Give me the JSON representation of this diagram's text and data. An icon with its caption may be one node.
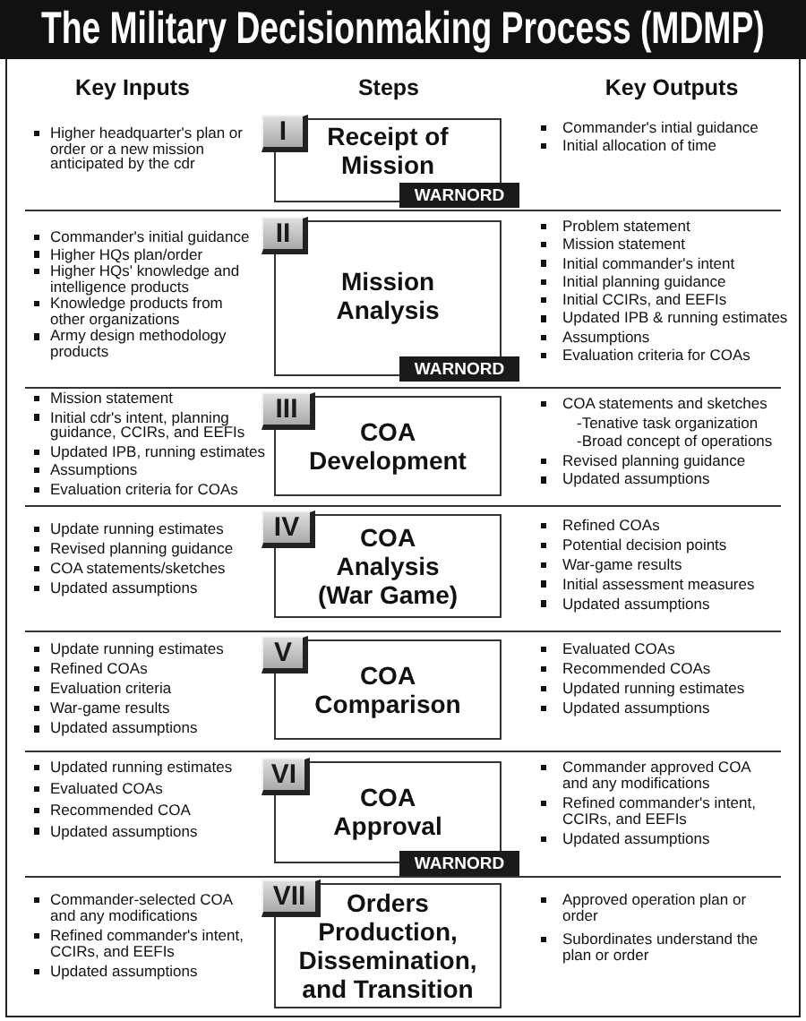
{
  "diagram": {
    "title": "The Military Decisionmaking Process (MDMP)",
    "nodes": [
      {
        "text": [
          "I"
        ]
      },
      {
        "text": [
          "Receipt of Mission"
        ]
      },
      {
        "text": [
          "WARNORD"
        ]
      },
      {
        "text": [
          "II"
        ]
      },
      {
        "text": [
          "Mission Analysis"
        ]
      },
      {
        "text": [
          "WARNORD"
        ]
      },
      {
        "text": [
          "III"
        ]
      },
      {
        "text": [
          "COA Development"
        ]
      },
      {
        "text": [
          "IV"
        ]
      },
      {
        "text": [
          "COA Analysis (War Game)"
        ]
      },
      {
        "text": [
          "V"
        ]
      },
      {
        "text": [
          "COA Comparison"
        ]
      },
      {
        "text": [
          "VI"
        ]
      },
      {
        "text": [
          "COA Approval"
        ]
      },
      {
        "text": [
          "WARNORD"
        ]
      },
      {
        "text": [
          "VII"
        ]
      },
      {
        "text": [
          "Orders Production, Dissemination, and Transition"
        ]
      }
    ],
    "labels": [
      "Key Inputs",
      "Steps",
      "Key Outputs",
      "Higher headquarter's plan or order or a new mission anticipated by the cdr",
      "Commander's intial guidance",
      "Initial allocation of time",
      "Commander's initial guidance",
      "Higher HQs plan/order",
      "Higher HQs' knowledge and intelligence products",
      "Knowledge products from other organizations",
      "Army design methodology products",
      "Problem statement",
      "Mission statement",
      "Initial commander's intent",
      "Initial planning guidance",
      "Initial CCIRs, and EEFIs",
      "Updated IPB & running estimates",
      "Assumptions",
      "Evaluation criteria for COAs",
      "Mission statement",
      "Initial cdr's intent, planning guidance, CCIRs, and EEFIs",
      "Updated IPB, running estimates",
      "Assumptions",
      "Evaluation criteria for COAs",
      "COA statements and sketches",
      "-Tenative task organization",
      "-Broad concept of operations",
      "Revised planning guidance",
      "Updated assumptions",
      "Update running estimates",
      "Revised planning guidance",
      "COA statements/sketches",
      "Updated assumptions",
      "Refined COAs",
      "Potential decision points",
      "War-game results",
      "Initial assessment measures",
      "Updated assumptions",
      "Update running estimates",
      "Refined COAs",
      "Evaluation criteria",
      "War-game results",
      "Updated assumptions",
      "Evaluated COAs",
      "Recommended COAs",
      "Updated running estimates",
      "Updated assumptions",
      "Updated running estimates",
      "Evaluated COAs",
      "Recommended COA",
      "Updated assumptions",
      "Commander approved COA and any modifications",
      "Refined commander's intent, CCIRs, and EEFIs",
      "Updated assumptions",
      "Commander-selected COA and any modifications",
      "Refined commander's intent, CCIRs, and EEFIs",
      "Updated assumptions",
      "Approved operation plan or order",
      "Subordinates understand the plan or order"
    ]
  }
}
